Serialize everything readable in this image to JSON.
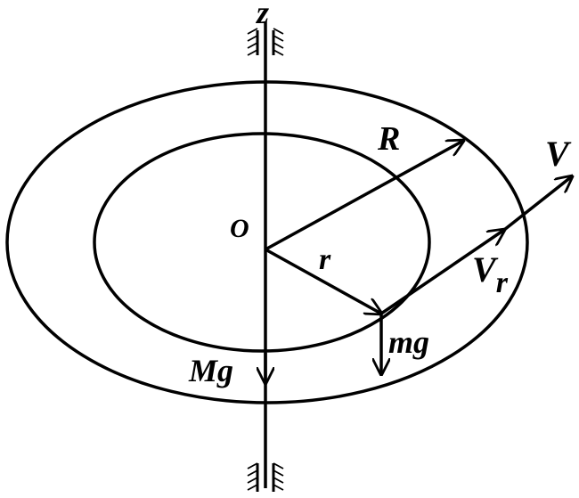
{
  "labels": {
    "z": "z",
    "origin": "O",
    "outer_radius": "R",
    "inner_radius": "r",
    "velocity": "V",
    "relative_velocity_main": "V",
    "relative_velocity_sub": "r",
    "small_weight": "mg",
    "large_weight": "Mg"
  },
  "colors": {
    "ink": "#000000",
    "background": "#ffffff"
  }
}
